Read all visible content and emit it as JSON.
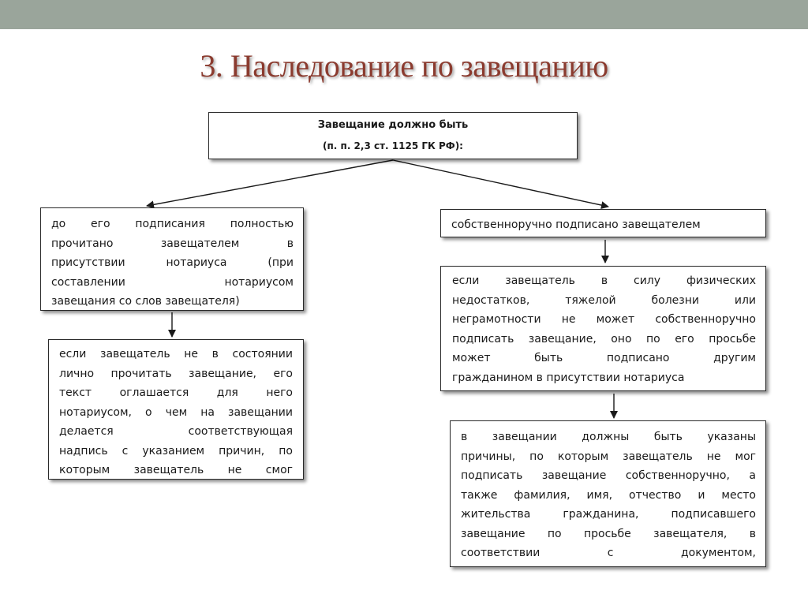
{
  "slide": {
    "title": "3. Наследование по завещанию"
  },
  "diagram": {
    "root": {
      "line1": "Завещание должно быть",
      "line2": "(п. п. 2,3 ст. 1125 ГК РФ):"
    },
    "left": {
      "box1": [
        "до его подписания полностью",
        "прочитано завещателем в",
        "присутствии нотариуса (при",
        "составлении нотариусом",
        "завещания со слов завещателя)"
      ],
      "box2": [
        "если завещатель не в состоянии",
        "лично прочитать завещание, его",
        "текст оглашается для него",
        "нотариусом, о чем на завещании",
        "делается соответствующая",
        "надпись с указанием причин, по",
        "которым завещатель не смог"
      ]
    },
    "right": {
      "box1": [
        "собственноручно подписано завещателем"
      ],
      "box2": [
        "если завещатель в силу физических",
        "недостатков, тяжелой болезни или",
        "неграмотности не может собственноручно",
        "подписать завещание, оно по его просьбе",
        "может быть подписано другим",
        "гражданином в присутствии нотариуса"
      ],
      "box3": [
        "в завещании должны быть указаны",
        "причины, по которым завещатель не мог",
        "подписать завещание собственноручно, а",
        "также фамилия, имя, отчество и место",
        "жительства гражданина, подписавшего",
        "завещание по просьбе завещателя, в",
        "соответствии с документом,"
      ]
    }
  }
}
